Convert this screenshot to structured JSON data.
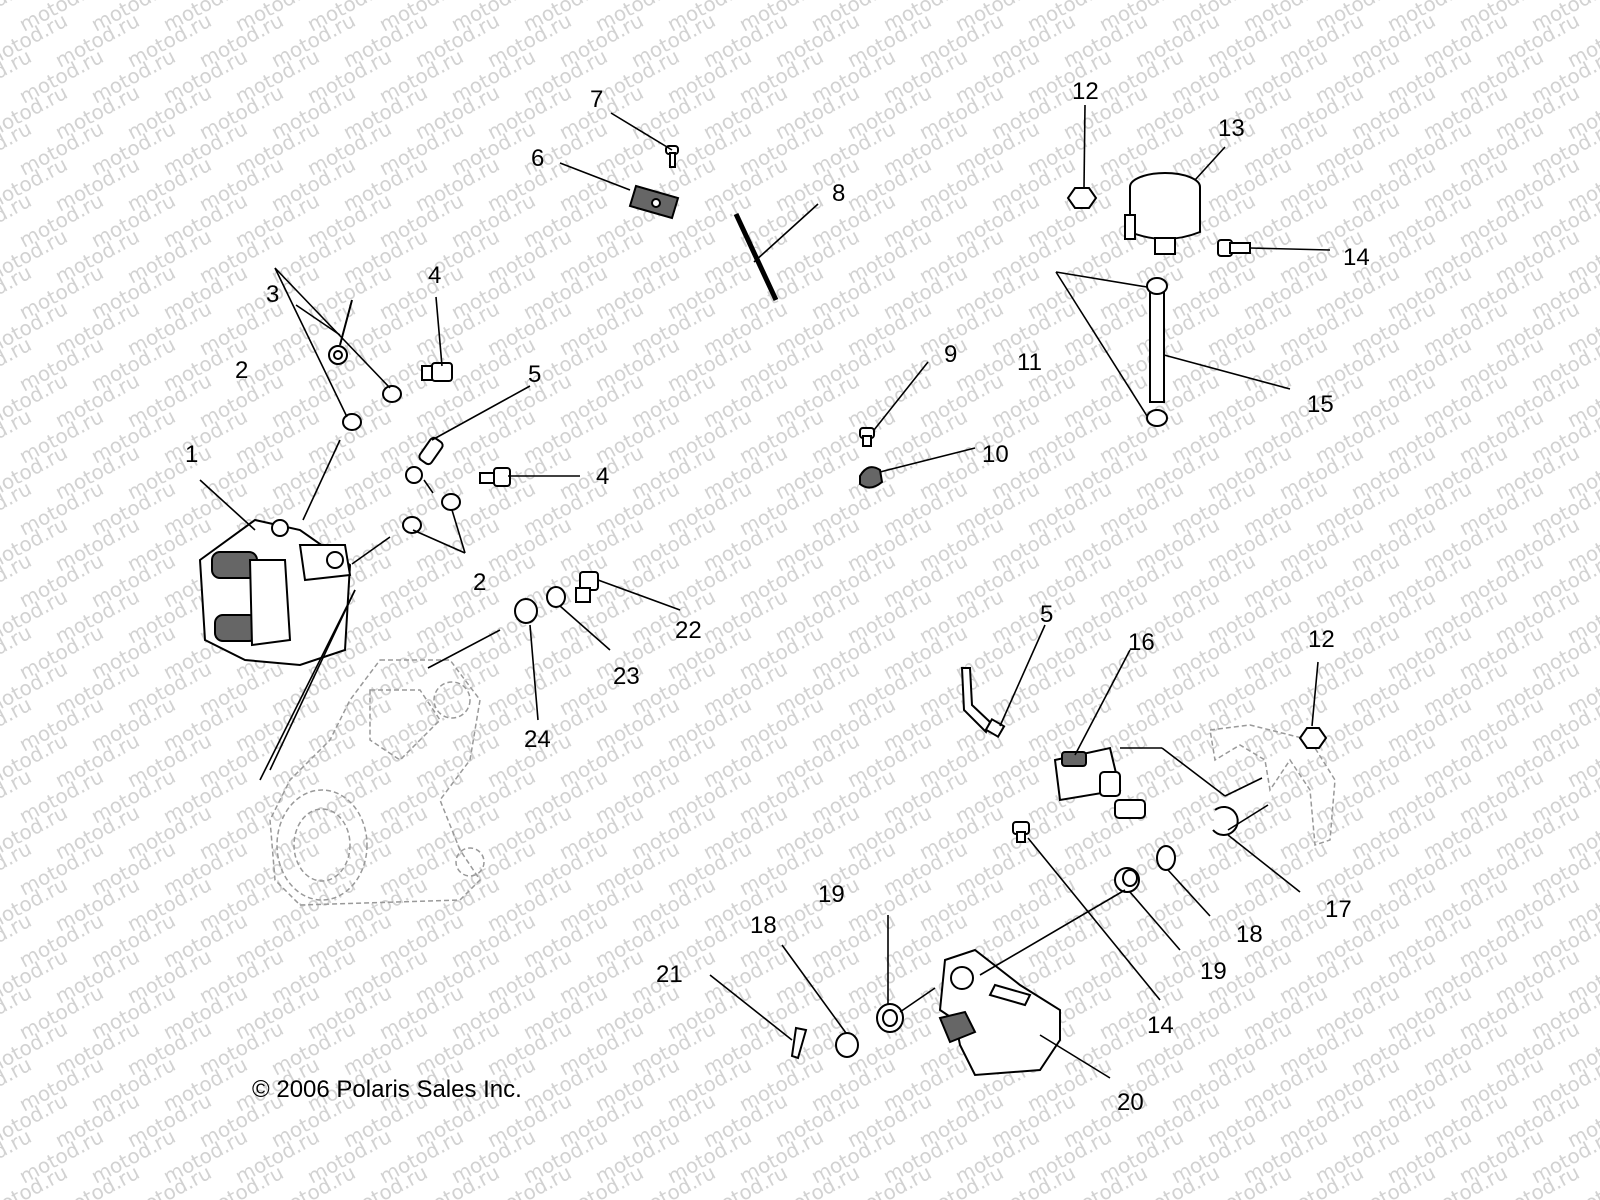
{
  "watermark": {
    "text": "motod.ru"
  },
  "copyright": "© 2006 Polaris Sales Inc.",
  "callouts": [
    {
      "id": "c1",
      "label": "1"
    },
    {
      "id": "c2a",
      "label": "2"
    },
    {
      "id": "c2b",
      "label": "2"
    },
    {
      "id": "c3",
      "label": "3"
    },
    {
      "id": "c4a",
      "label": "4"
    },
    {
      "id": "c4b",
      "label": "4"
    },
    {
      "id": "c5a",
      "label": "5"
    },
    {
      "id": "c5b",
      "label": "5"
    },
    {
      "id": "c6",
      "label": "6"
    },
    {
      "id": "c7",
      "label": "7"
    },
    {
      "id": "c8",
      "label": "8"
    },
    {
      "id": "c9",
      "label": "9"
    },
    {
      "id": "c10",
      "label": "10"
    },
    {
      "id": "c11",
      "label": "11"
    },
    {
      "id": "c12a",
      "label": "12"
    },
    {
      "id": "c12b",
      "label": "12"
    },
    {
      "id": "c13",
      "label": "13"
    },
    {
      "id": "c14a",
      "label": "14"
    },
    {
      "id": "c14b",
      "label": "14"
    },
    {
      "id": "c15",
      "label": "15"
    },
    {
      "id": "c16",
      "label": "16"
    },
    {
      "id": "c17",
      "label": "17"
    },
    {
      "id": "c18a",
      "label": "18"
    },
    {
      "id": "c18b",
      "label": "18"
    },
    {
      "id": "c19a",
      "label": "19"
    },
    {
      "id": "c19b",
      "label": "19"
    },
    {
      "id": "c20",
      "label": "20"
    },
    {
      "id": "c21",
      "label": "21"
    },
    {
      "id": "c22",
      "label": "22"
    },
    {
      "id": "c23",
      "label": "23"
    },
    {
      "id": "c24",
      "label": "24"
    }
  ]
}
